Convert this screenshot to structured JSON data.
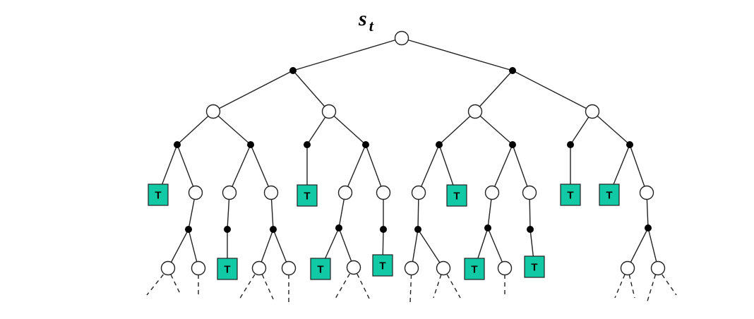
{
  "root": {
    "label": "s",
    "subscript": "t"
  },
  "terminal": {
    "label": "T",
    "color": "#11c9a4"
  },
  "colors": {
    "state_fill": "#ffffff",
    "action_fill": "#000000",
    "edge": "#222222"
  }
}
